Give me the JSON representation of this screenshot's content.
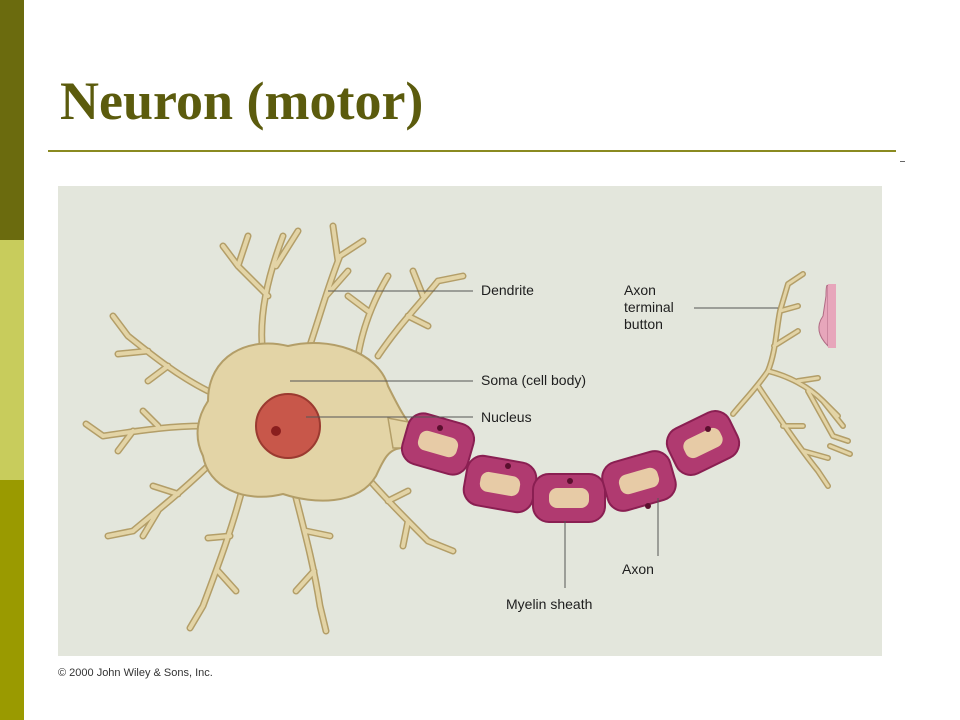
{
  "slide": {
    "title": "Neuron (motor)"
  },
  "figure": {
    "labels": {
      "dendrite": "Dendrite",
      "soma": "Soma (cell body)",
      "nucleus": "Nucleus",
      "axon_terminal": [
        "Axon",
        "terminal",
        "button"
      ],
      "axon": "Axon",
      "myelin": "Myelin sheath"
    },
    "copyright": "© 2000 John Wiley & Sons, Inc."
  },
  "colors": {
    "sidebar": [
      "#6b6b0e",
      "#c8cc5c",
      "#9a9a00"
    ],
    "title": "#5b5b0d",
    "panel": "#e3e6dc",
    "neuron_fill": "#e3d4a6",
    "neuron_stroke": "#b39e68",
    "myelin_fill": "#b03a70",
    "nucleus": "#c8574a"
  }
}
